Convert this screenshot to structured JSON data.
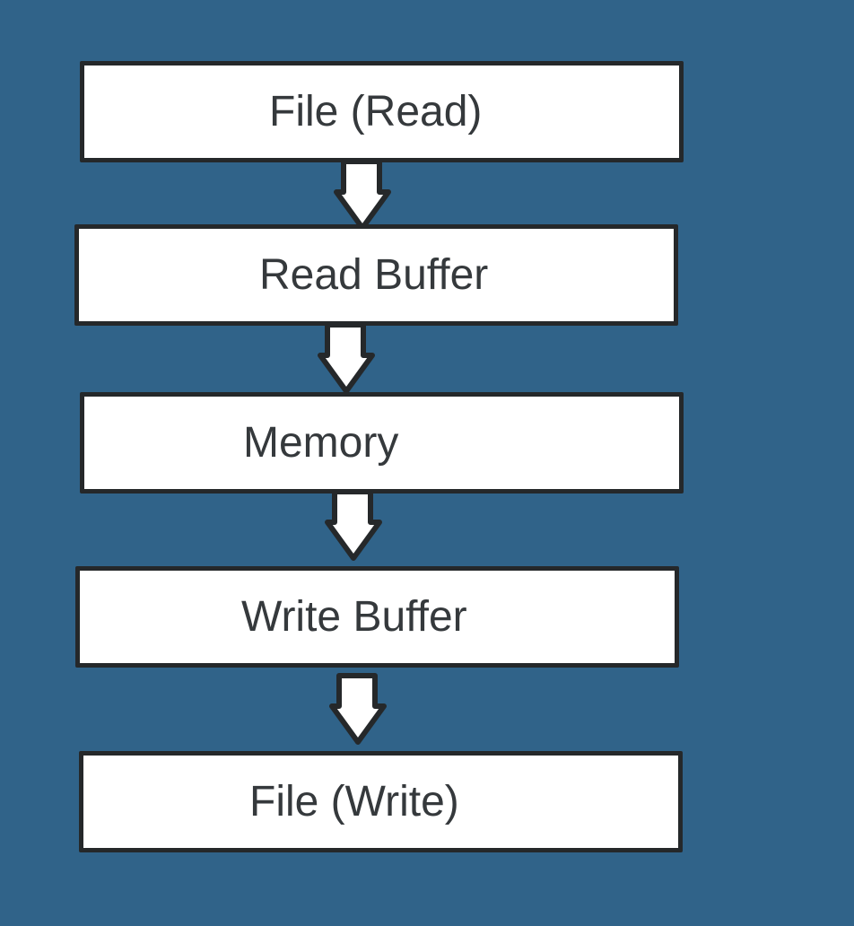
{
  "diagram": {
    "nodes": [
      {
        "id": "file-read",
        "label": "File (Read)"
      },
      {
        "id": "read-buffer",
        "label": "Read Buffer"
      },
      {
        "id": "memory",
        "label": "Memory"
      },
      {
        "id": "write-buffer",
        "label": "Write Buffer"
      },
      {
        "id": "file-write",
        "label": "File (Write)"
      }
    ],
    "edges": [
      {
        "from": "file-read",
        "to": "read-buffer"
      },
      {
        "from": "read-buffer",
        "to": "memory"
      },
      {
        "from": "memory",
        "to": "write-buffer"
      },
      {
        "from": "write-buffer",
        "to": "file-write"
      }
    ],
    "colors": {
      "background": "#306389",
      "box_fill": "#ffffff",
      "box_border": "#25282a",
      "text": "#35393c"
    }
  }
}
